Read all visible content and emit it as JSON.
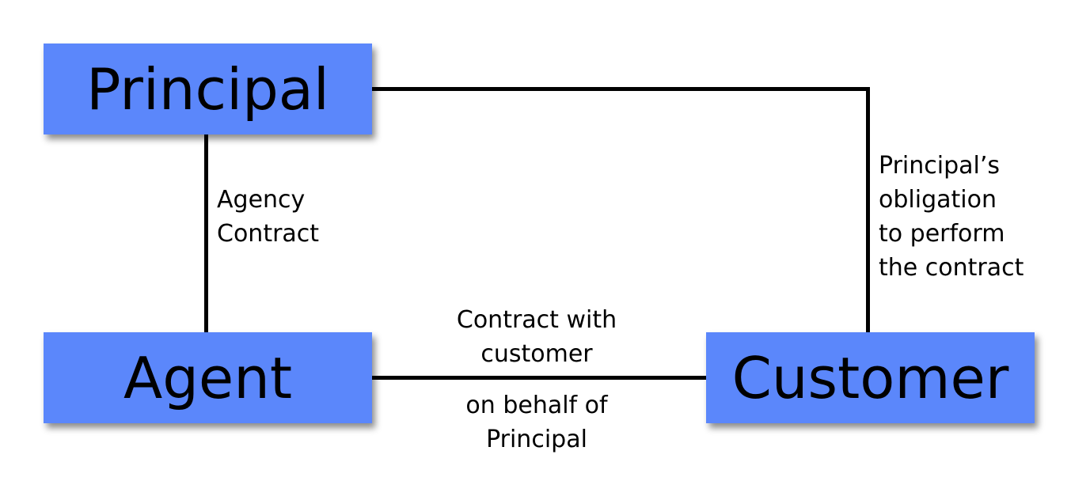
{
  "nodes": {
    "principal": "Principal",
    "agent": "Agent",
    "customer": "Customer"
  },
  "edges": {
    "agency_contract": "Agency\nContract",
    "principal_obligation": "Principal’s\nobligation\nto perform\nthe contract",
    "contract_with_customer": "Contract with\ncustomer",
    "on_behalf_of_principal": "on behalf of\nPrincipal"
  },
  "colors": {
    "box_fill": "#5b87fb",
    "line": "#000000",
    "text": "#000000"
  }
}
